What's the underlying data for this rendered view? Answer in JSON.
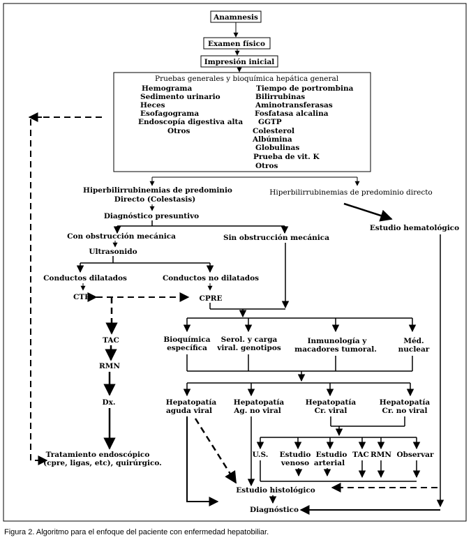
{
  "nodes": {
    "anamnesis": "Anamnesis",
    "examen": "Examen físico",
    "impresion": "Impresión inicial",
    "pruebas_title": "Pruebas generales y bioquímica hepática general",
    "pruebas_left": [
      "Hemograma",
      "Sedimento urinario",
      "Heces",
      "Esofagograma",
      "Endoscopía  digestiva alta",
      "Otros"
    ],
    "pruebas_right": [
      "Tiempo de portrombina",
      "Bilirrubinas",
      "Aminotransferasas",
      "Fosfatasa alcalina",
      "GGTP",
      "Colesterol",
      "Albúmina",
      "Globulinas",
      "Prueba de vit. K",
      "Otros"
    ],
    "hiper_indirecto": [
      "Hiperbilirrubinemias de predominio",
      "Directo (Colestasis)"
    ],
    "hiper_directo": "Hiperbilirrubinemias de predominio directo",
    "diag_presuntivo": "Diagnóstico presuntivo",
    "estudio_hemato": "Estudio hematológico",
    "con_obstruccion": "Con obstrucción mecánica",
    "sin_obstruccion": "Sin obstrucción mecánica",
    "ultrasonido": "Ultrasonido",
    "conductos_dilatados": "Conductos dilatados",
    "conductos_no_dilatados": "Conductos no dilatados",
    "ctp": "CTP",
    "cpre": "CPRE",
    "tac": "TAC",
    "rmn": "RMN",
    "dx": "Dx.",
    "bioquimica": [
      "Bioquímica",
      "específica"
    ],
    "serol": [
      "Serol. y carga",
      "viral. genotipos"
    ],
    "inmunologia": [
      "Inmunología y",
      "macadores tumoral."
    ],
    "med_nuclear": [
      "Méd.",
      "nuclear"
    ],
    "hep_aguda": [
      "Hepatopatía",
      "aguda viral"
    ],
    "hep_ag_no_viral": [
      "Hepatopatía",
      "Ag. no viral"
    ],
    "hep_cr_viral": [
      "Hepatopatía",
      "Cr. viral"
    ],
    "hep_cr_no_viral": [
      "Hepatopatía",
      "Cr. no viral"
    ],
    "us": "U.S.",
    "estudio_venoso": [
      "Estudio",
      "venoso"
    ],
    "estudio_arterial": [
      "Estudio",
      "arterial"
    ],
    "tac2": "TAC",
    "rmn2": "RMN",
    "observar": "Observar",
    "estudio_histologico": "Estudio histológico",
    "diagnostico": "Diagnóstico",
    "tratamiento": [
      "Tratamiento endoscópico",
      "(cpre, ligas, etc), quirúrgico."
    ]
  },
  "caption": "Figura 2. Algoritmo para el enfoque del paciente con enfermedad hepatobiliar."
}
